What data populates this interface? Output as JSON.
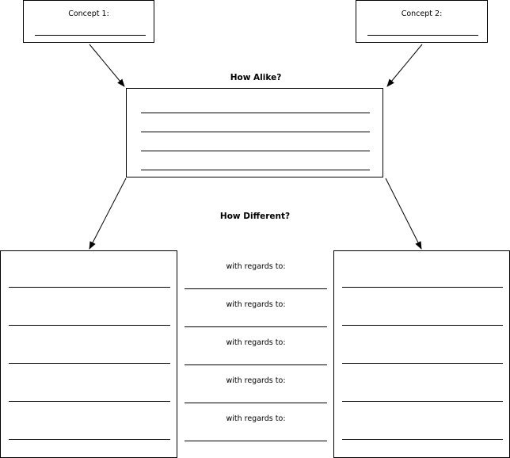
{
  "concept1": {
    "label": "Concept 1:"
  },
  "concept2": {
    "label": "Concept 2:"
  },
  "alike": {
    "heading": "How Alike?"
  },
  "different": {
    "heading": "How Different?",
    "regards": [
      "with regards to:",
      "with regards to:",
      "with regards to:",
      "with regards to:",
      "with regards to:"
    ]
  }
}
